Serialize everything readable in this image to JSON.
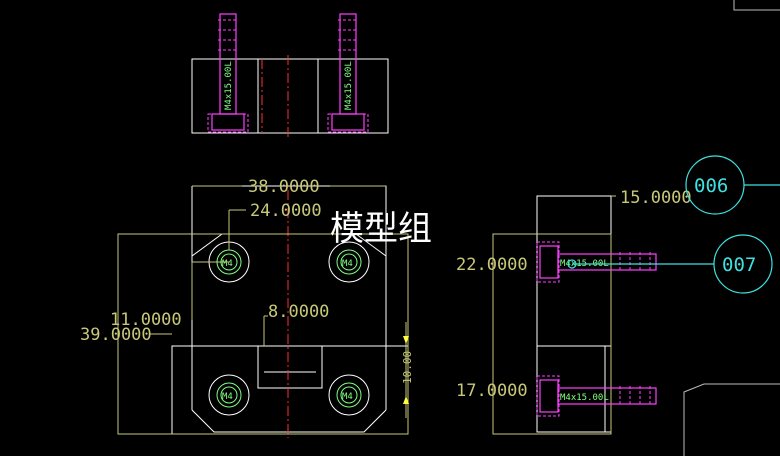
{
  "watermark": "模型组",
  "dimensions": {
    "width_total": "38.0000",
    "width_holes": "24.0000",
    "height_holes": "11.0000",
    "height_total": "39.0000",
    "slot_width": "8.0000",
    "slot_depth": "10.00",
    "side_width": "15.0000",
    "side_upper": "22.0000",
    "side_lower": "17.0000"
  },
  "bolt_label": "M4x15.00L",
  "hole_label": "M4",
  "balloons": [
    "006",
    "007"
  ],
  "colors": {
    "background": "#000000",
    "outline": "#ffffff",
    "dimension": "#c8c878",
    "bolt": "#ff40ff",
    "centerline": "#ff3030",
    "hole": "#80ff80",
    "balloon": "#40e0e0"
  }
}
